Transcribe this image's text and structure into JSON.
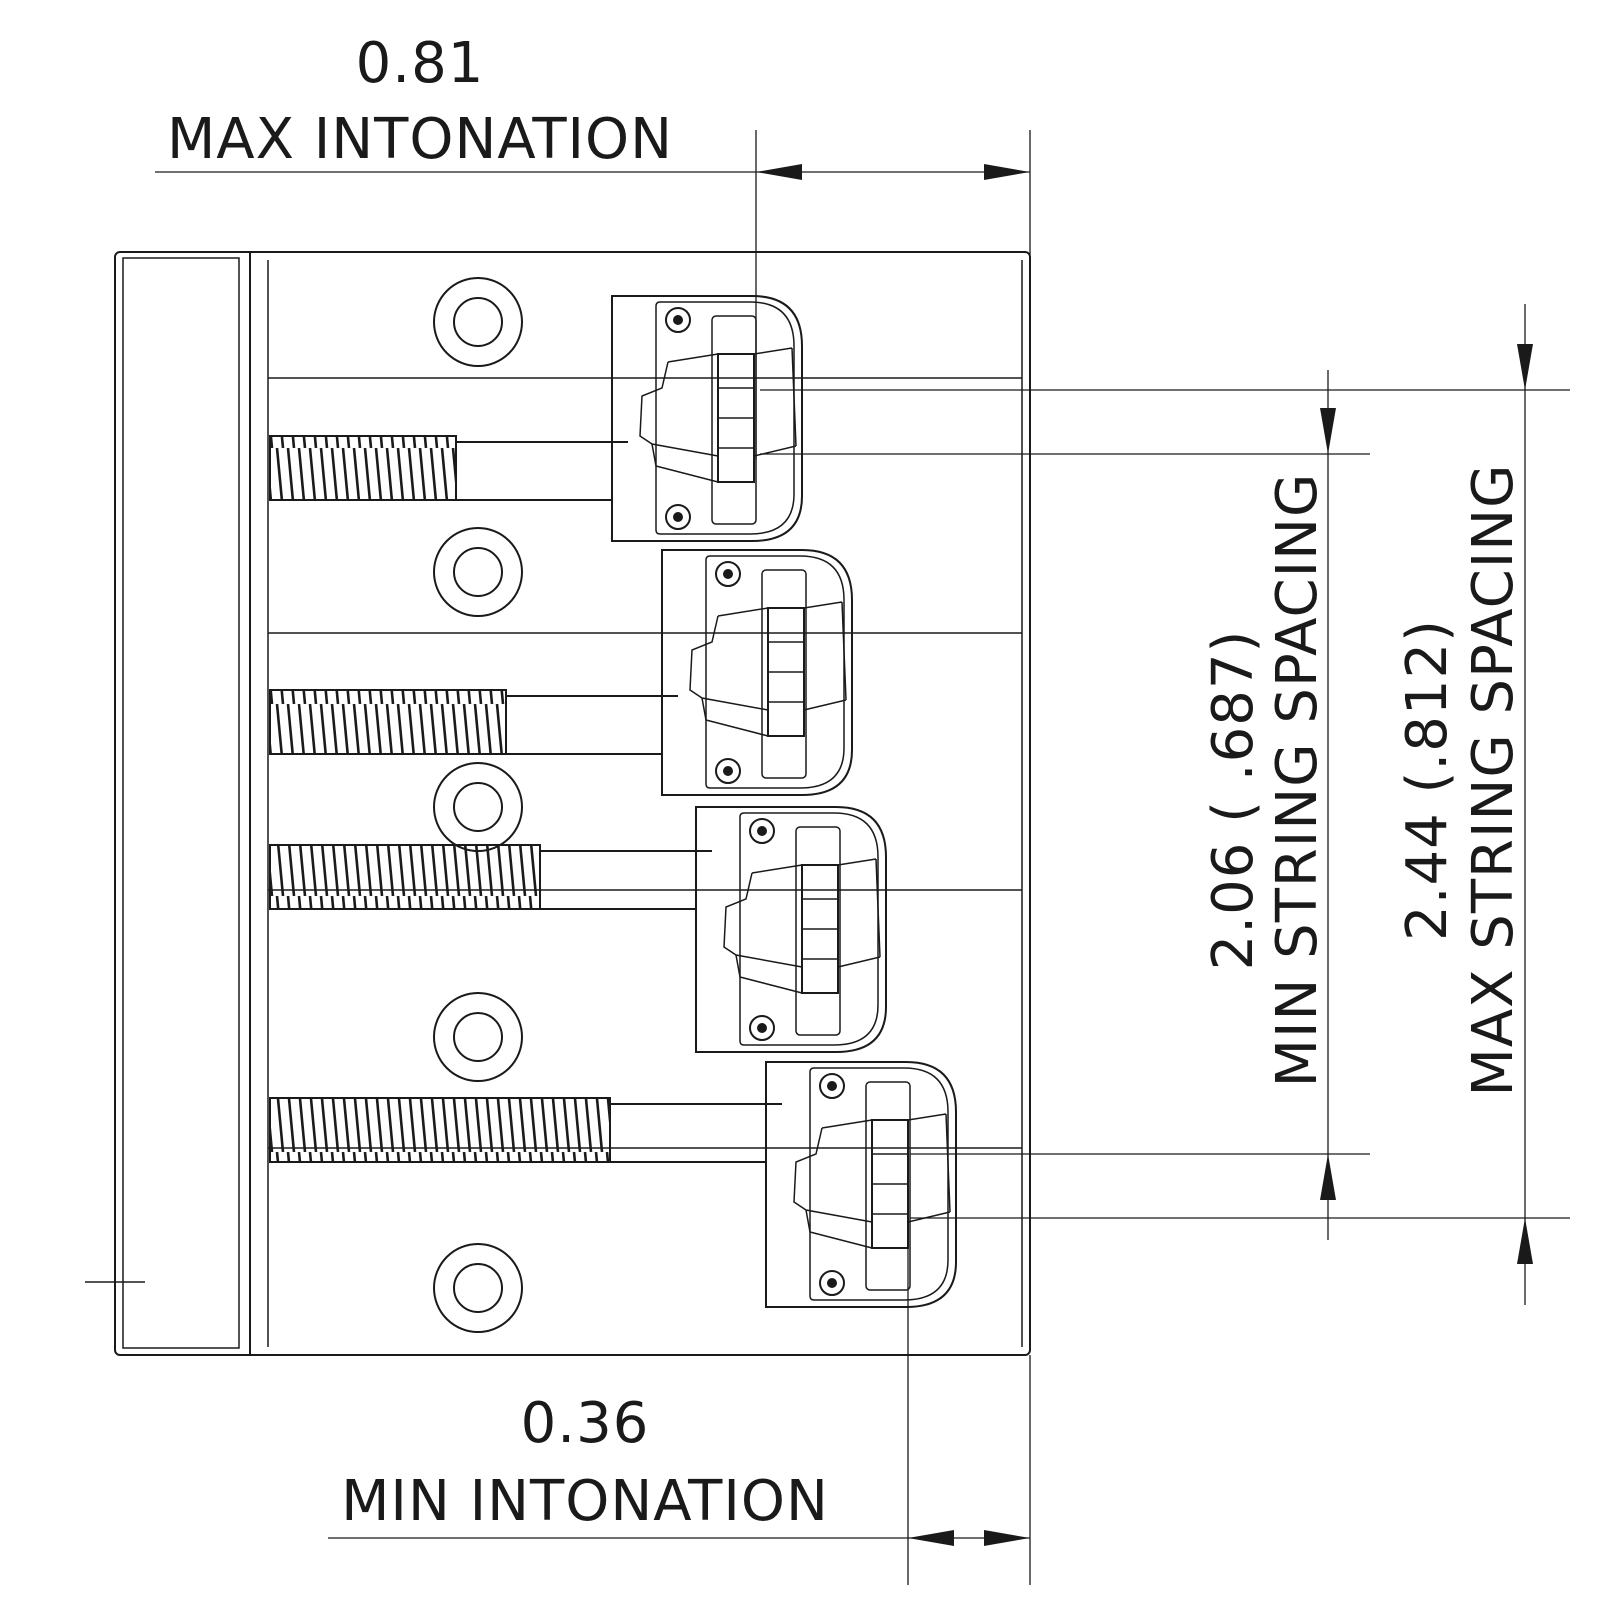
{
  "dimensions": {
    "max_intonation": {
      "value": "0.81",
      "label": "MAX INTONATION"
    },
    "min_intonation": {
      "value": "0.36",
      "label": "MIN INTONATION"
    },
    "min_string_spacing": {
      "value": "2.06 ( .687)",
      "label": "MIN STRING SPACING"
    },
    "max_string_spacing": {
      "value": "2.44 (.812)",
      "label": "MAX STRING SPACING"
    }
  },
  "colors": {
    "ink": "#1a1a1a",
    "paper": "#ffffff"
  }
}
